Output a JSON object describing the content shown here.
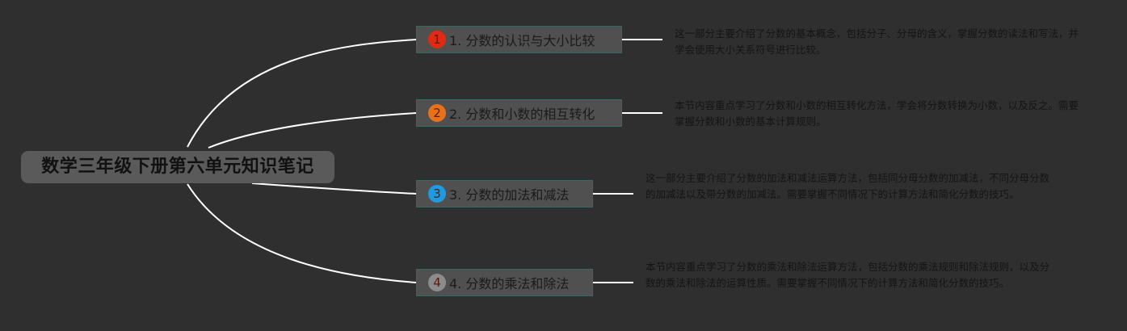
{
  "root": {
    "title": "数学三年级下册第六单元知识笔记"
  },
  "topics": [
    {
      "number": "1",
      "badge_color": "#e02a12",
      "label": "1. 分数的认识与大小比较",
      "note": "这一部分主要介绍了分数的基本概念，包括分子、分母的含义，掌握分数的读法和写法，并学会使用大小关系符号进行比较。"
    },
    {
      "number": "2",
      "badge_color": "#e8711c",
      "label": "2. 分数和小数的相互转化",
      "note": "本节内容重点学习了分数和小数的相互转化方法，学会将分数转换为小数，以及反之。需要掌握分数和小数的基本计算规则。"
    },
    {
      "number": "3",
      "badge_color": "#1e9be0",
      "label": "3. 分数的加法和减法",
      "note": "这一部分主要介绍了分数的加法和减法运算方法，包括同分母分数的加减法，不同分母分数的加减法以及带分数的加减法。需要掌握不同情况下的计算方法和简化分数的技巧。"
    },
    {
      "number": "4",
      "badge_color": "#8c8c8c",
      "label": "4. 分数的乘法和除法",
      "note": "本节内容重点学习了分数的乘法和除法运算方法，包括分数的乘法规则和除法规则，以及分数的乘法和除法的运算性质。需要掌握不同情况下的计算方法和简化分数的技巧。"
    }
  ],
  "colors": {
    "background": "#2f2f2f",
    "connector": "#ffffff",
    "topic_fill": "#505050",
    "topic_border": "#2e6b60",
    "root_fill": "#5a5a5a"
  }
}
